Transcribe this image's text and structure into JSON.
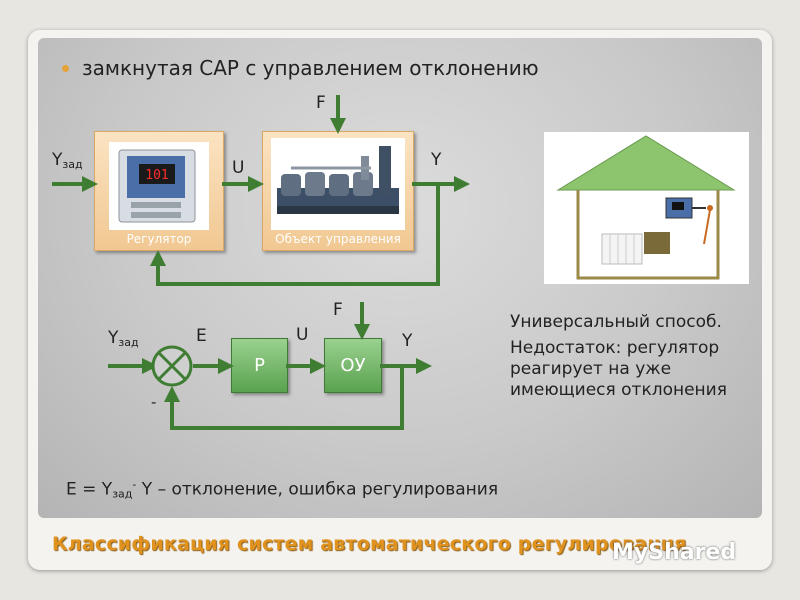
{
  "bullet": "замкнутая САР с управлением отклонению",
  "top_diagram": {
    "disturbance": "F",
    "input": "Y",
    "input_sub": "зад",
    "control": "U",
    "output": "Y",
    "regulator_caption": "Регулятор",
    "object_caption": "Объект управления",
    "display_value": "101"
  },
  "bottom_diagram": {
    "disturbance": "F",
    "input": "Y",
    "input_sub": "зад",
    "error": "E",
    "control": "U",
    "output": "Y",
    "regulator_label": "Р",
    "object_label": "ОУ",
    "minus_sign": "-"
  },
  "description": {
    "line1": "Универсальный способ.",
    "line2": "Недостаток: регулятор реагирует на уже имеющиеся отклонения"
  },
  "formula": {
    "prefix": "E = Y",
    "sub": "зад",
    "sup": "-",
    "rest": " Y – отклонение, ошибка регулирования"
  },
  "footer_title": "Классификация систем автоматического регулирования",
  "watermark": "MyShared",
  "colors": {
    "line_green": "#3f7d33",
    "block_orange": "#f1c892",
    "block_green": "#5aa24f",
    "footer_orange": "#e0921e",
    "bullet_dot": "#e8a23a"
  }
}
